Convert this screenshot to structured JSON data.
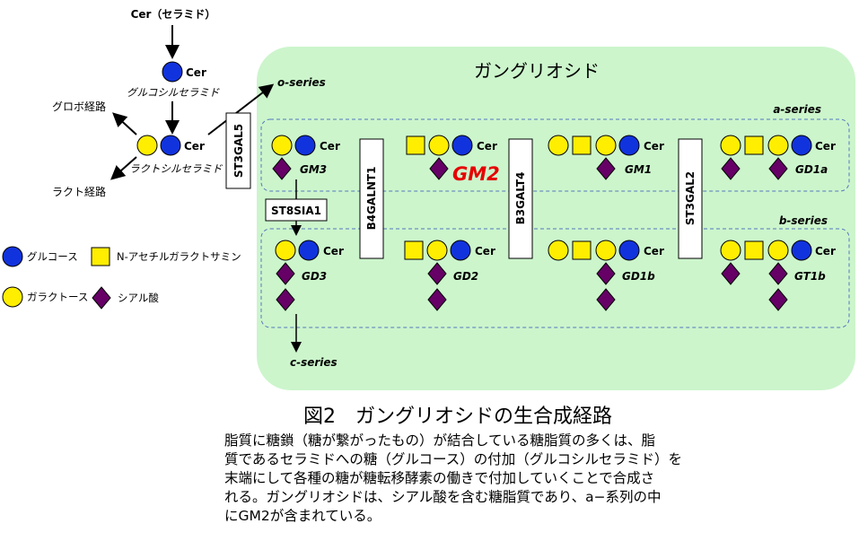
{
  "panel_title": "ガングリオシド",
  "series": {
    "o": "o-series",
    "a": "a-series",
    "b": "b-series",
    "c": "c-series"
  },
  "precursors": {
    "cer_label": "Cer（セラミド）",
    "glucosylceramide": "グルコシルセラミド",
    "lactosylceramide": "ラクトシルセラミド",
    "globo_pathway": "グロボ経路",
    "lacto_pathway": "ラクト経路",
    "cer": "Cer"
  },
  "enzymes": {
    "st3gal5": "ST3GAL5",
    "st8sia1": "ST8SIA1",
    "b4galnt1": "B4GALNT1",
    "b3galt4": "B3GALT4",
    "st3gal2": "ST3GAL2"
  },
  "gangliosides": {
    "gm3": "GM3",
    "gm2": "GM2",
    "gm1": "GM1",
    "gd1a": "GD1a",
    "gd3": "GD3",
    "gd2": "GD2",
    "gd1b": "GD1b",
    "gt1b": "GT1b"
  },
  "legend": {
    "glucose": "グルコース",
    "galnac": "N-アセチルガラクトサミン",
    "galactose": "ガラクトース",
    "sialic": "シアル酸"
  },
  "colors": {
    "panel_bg": "#ccf5cc",
    "glucose": "#1133dd",
    "galactose": "#ffee00",
    "galnac": "#ffee00",
    "sialic": "#660066",
    "highlight": "#e60000"
  },
  "caption": {
    "title": "図2　ガングリオシドの生合成経路",
    "lines": [
      "脂質に糖鎖（糖が繋がったもの）が結合している糖脂質の多くは、脂",
      "質であるセラミドへの糖（グルコース）の付加（グルコシルセラミド）を",
      "末端にして各種の糖が糖転移酵素の働きで付加していくことで合成さ",
      "れる。ガングリオシドは、シアル酸を含む糖脂質であり、a−系列の中",
      "にGM2が含まれている。"
    ]
  }
}
